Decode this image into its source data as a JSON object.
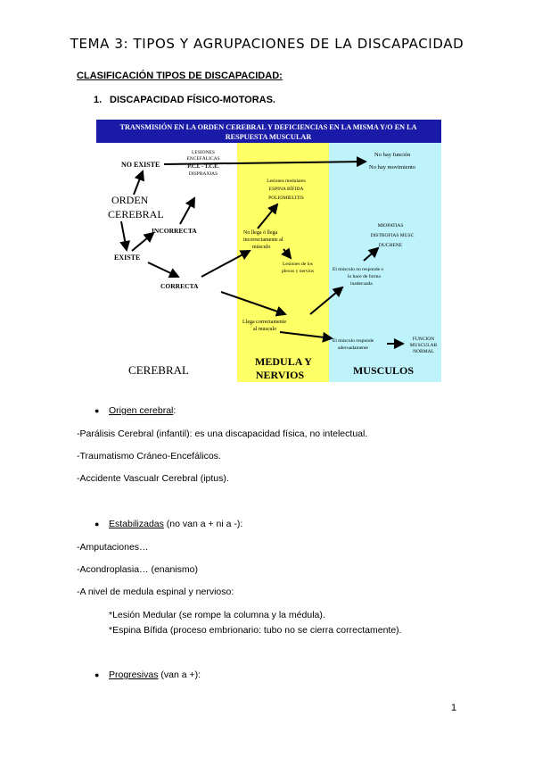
{
  "title": "TEMA 3: TIPOS Y AGRUPACIONES DE LA DISCAPACIDAD",
  "section_heading": "CLASIFICACIÓN TIPOS DE DISCAPACIDAD:",
  "item1": {
    "number": "1.",
    "label": "DISCAPACIDAD FÍSICO-MOTORAS."
  },
  "diagram": {
    "colors": {
      "header": "#1a1aa8",
      "cerebral": "#ffffff",
      "medula": "#ffff66",
      "musculos": "#bff3fb"
    },
    "header_line1": "TRANSMISIÓN EN LA ORDEN CEREBRAL Y DEFICIENCIAS EN LA MISMA Y/O EN LA",
    "header_line2": "RESPUESTA MUSCULAR",
    "no_existe": "NO EXISTE",
    "orden": "ORDEN",
    "cerebral_word": "CEREBRAL",
    "existe": "EXISTE",
    "incorrecta": "INCORRECTA",
    "correcta": "CORRECTA",
    "lesiones_1": "LESIONES",
    "lesiones_2": "ENCEFÁLICAS",
    "lesiones_3": "P.C.I. - T.C.E.",
    "lesiones_4": "DISPRAXIAS",
    "lesiones_med_1": "Lesiones medulares",
    "lesiones_med_2": "ESPINA BÍFIDA",
    "lesiones_med_3": "POLIOMIELITIS",
    "no_llega_1": "No llega  ó llega",
    "no_llega_2": "incorrectamente al",
    "no_llega_3": "músculo",
    "plexos_1": "Lesiones de los",
    "plexos_2": "plexos y nervios",
    "llega_1": "Llega correctamente",
    "llega_2": "al musculo",
    "no_hay_1": "No hay función",
    "no_hay_2": "No hay movimiento",
    "miopatias_1": "MIOPATIAS",
    "miopatias_2": "DISTROFIAS MUSC",
    "miopatias_3": "DUCHENE",
    "musculo_no_1": "El músculo no responde o",
    "musculo_no_2": "lo hace de forma",
    "musculo_no_3": "inadecuada",
    "musculo_si_1": "El músculo responde",
    "musculo_si_2": "adecuadamente",
    "funcion_1": "FUNCION",
    "funcion_2": "MUSCULAR",
    "funcion_3": "NORMAL",
    "col_cerebral": "CEREBRAL",
    "col_medula_1": "MEDULA Y",
    "col_medula_2": "NERVIOS",
    "col_musculos": "MUSCULOS"
  },
  "bullet_origen": {
    "label": "Origen cerebral",
    "suffix": ":"
  },
  "origen_items": [
    "-Parálisis Cerebral (infantil): es una discapacidad física, no intelectual.",
    "-Traumatismo Cráneo-Encefálicos.",
    "-Accidente Vascualr Cerebral (iptus)."
  ],
  "bullet_estabilizadas": {
    "label": "Estabilizadas",
    "suffix": " (no van a + ni a -):"
  },
  "estabilizadas_items": [
    "-Amputaciones…",
    "-Acondroplasia… (enanismo)",
    "-A nivel de medula espinal y nervioso:"
  ],
  "sub_items": [
    "*Lesión Medular (se rompe la columna y la médula).",
    "*Espina Bífida (proceso embrionario: tubo no se cierra correctamente)."
  ],
  "bullet_progresivas": {
    "label": "Progresivas",
    "suffix": " (van a +):"
  },
  "page_number": "1"
}
